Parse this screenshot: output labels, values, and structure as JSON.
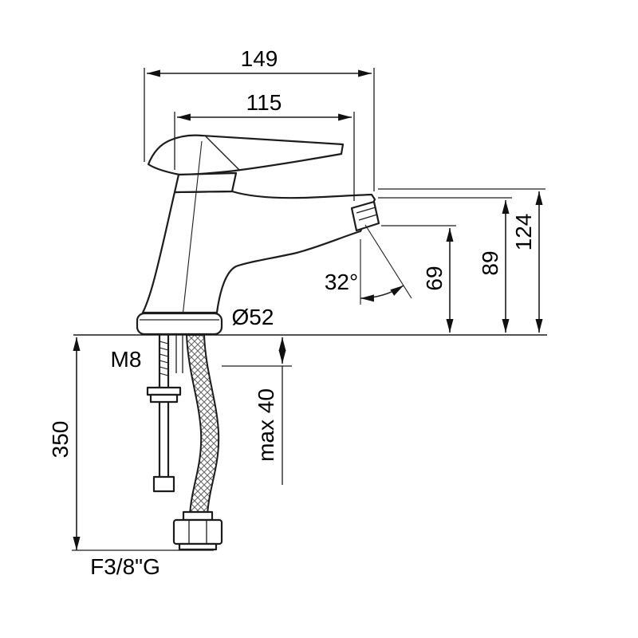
{
  "diagram": {
    "kind": "faucet-technical-drawing",
    "labels": {
      "width_overall": "149",
      "spout_reach": "115",
      "height_overall": "124",
      "height_spout": "89",
      "height_outlet": "69",
      "outlet_angle": "32°",
      "base_diameter": "Ø52",
      "stud_thread": "M8",
      "hose_length": "350",
      "max_deck_thickness": "max 40",
      "connection_thread": "F3/8\"G"
    }
  }
}
